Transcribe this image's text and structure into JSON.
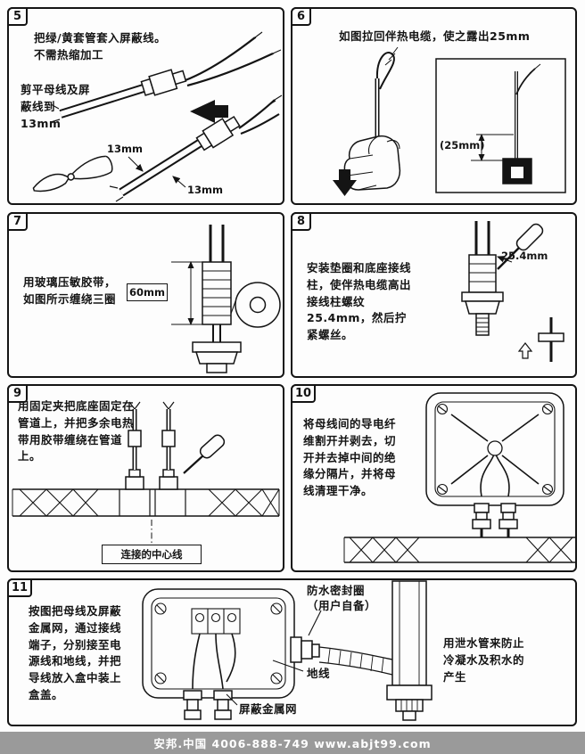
{
  "footer": {
    "text": "安邦.中国 4006-888-749 www.abjt99.com"
  },
  "panels": {
    "p5": {
      "number": "5",
      "line1": "把绿/黄套管套入屏蔽线。",
      "line2": "不需热缩加工",
      "line3": "剪平母线及屏蔽线到13mm",
      "dim_top": "13mm",
      "dim_bottom": "13mm"
    },
    "p6": {
      "number": "6",
      "instruction": "如图拉回伴热电缆，使之露出25mm",
      "dim": "(25mm)"
    },
    "p7": {
      "number": "7",
      "line1": "用玻璃压敏胶带，",
      "line2": "如图所示缠绕三圈",
      "dim": "60mm"
    },
    "p8": {
      "number": "8",
      "instruction": "安装垫圈和底座接线柱，使伴热电缆高出接线柱螺纹25.4mm，然后拧紧螺丝。",
      "dim": "25.4mm"
    },
    "p9": {
      "number": "9",
      "instruction": "用固定夹把底座固定在管道上，并把多余电热带用胶带缠绕在管道上。",
      "center_label": "连接的中心线"
    },
    "p10": {
      "number": "10",
      "instruction": "将母线间的导电纤维割开并剥去，切开并去掉中间的绝缘分隔片，并将母线清理干净。"
    },
    "p11": {
      "number": "11",
      "instruction": "按图把母线及屏蔽金属网，通过接线端子，分别接至电源线和地线，并把导线放入盒中装上盒盖。",
      "label_seal_1": "防水密封圈",
      "label_seal_2": "（用户自备）",
      "label_ground": "地线",
      "label_mesh": "屏蔽金属网",
      "label_drain": "用泄水管来防止冷凝水及积水的产生"
    }
  }
}
